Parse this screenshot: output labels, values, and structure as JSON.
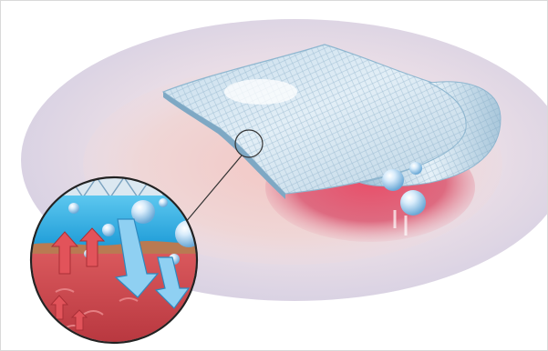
{
  "image": {
    "subject": "wound-dressing-illustration",
    "palette": {
      "skin_halo": "#ede7f0",
      "wound_red": "#d8455f",
      "dressing_blue": "#d3e6f1",
      "dressing_edge": "#8fb7d0",
      "water_blue": "#36b4e6",
      "tissue_red": "#c9474c",
      "barrier_copper": "#b97a52"
    },
    "icons": [
      "magnifier-circle",
      "bubble",
      "arrow-up",
      "arrow-down"
    ]
  }
}
